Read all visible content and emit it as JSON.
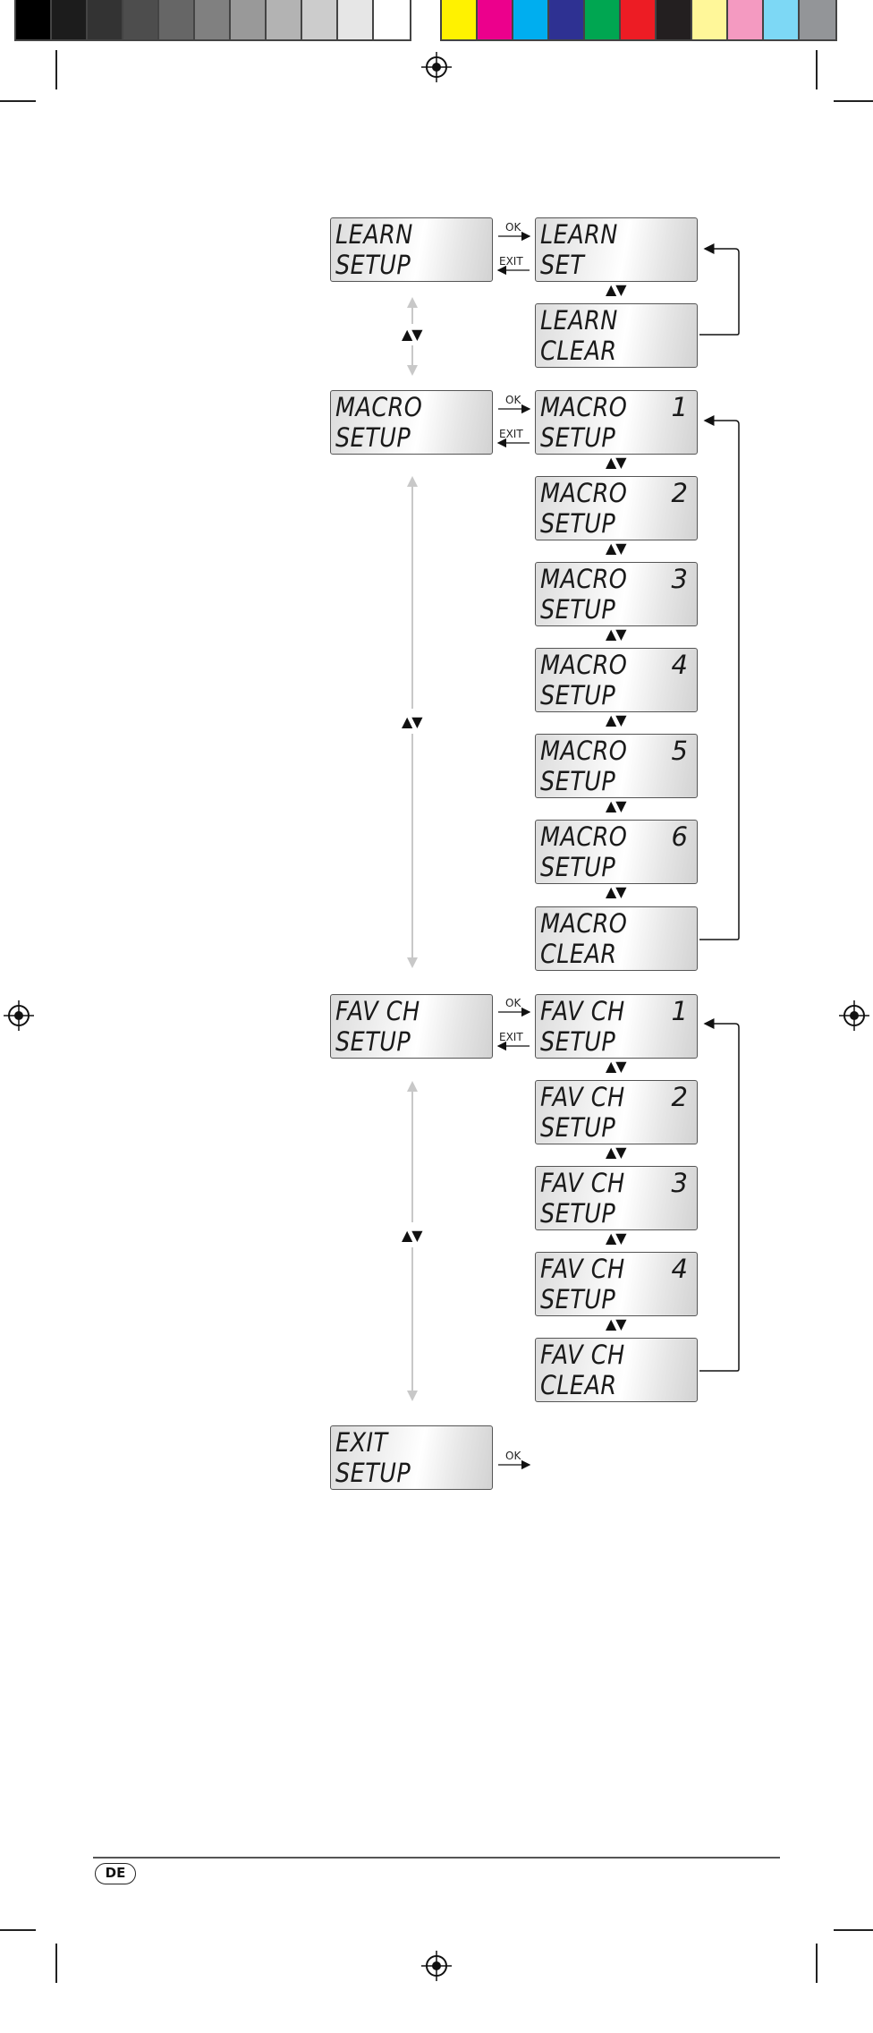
{
  "color_bar": {
    "left": [
      "#000000",
      "#1c1c1c",
      "#333333",
      "#4d4d4d",
      "#666666",
      "#808080",
      "#999999",
      "#b3b3b3",
      "#cccccc",
      "#e6e6e6",
      "#ffffff"
    ],
    "right": [
      "#fff200",
      "#ec008c",
      "#00aeef",
      "#2e3192",
      "#00a651",
      "#ed1c24",
      "#231f20",
      "#fff799",
      "#f49ac1",
      "#7dd8f5",
      "#939598"
    ]
  },
  "menus": {
    "learn_setup": {
      "line1": "LEARN",
      "line2": "SETUP"
    },
    "learn_set": {
      "line1": "LEARN",
      "line2": "SET"
    },
    "learn_clear": {
      "line1": "LEARN",
      "line2": "CLEAR"
    },
    "macro_setup": {
      "line1": "MACRO",
      "line2": "SETUP"
    },
    "macro_items": [
      {
        "line1": "MACRO",
        "num": "1",
        "line2": "SETUP"
      },
      {
        "line1": "MACRO",
        "num": "2",
        "line2": "SETUP"
      },
      {
        "line1": "MACRO",
        "num": "3",
        "line2": "SETUP"
      },
      {
        "line1": "MACRO",
        "num": "4",
        "line2": "SETUP"
      },
      {
        "line1": "MACRO",
        "num": "5",
        "line2": "SETUP"
      },
      {
        "line1": "MACRO",
        "num": "6",
        "line2": "SETUP"
      }
    ],
    "macro_clear": {
      "line1": "MACRO",
      "line2": "CLEAR"
    },
    "fav_setup": {
      "line1": "FAV CH",
      "line2": "SETUP"
    },
    "fav_items": [
      {
        "line1": "FAV CH",
        "num": "1",
        "line2": "SETUP"
      },
      {
        "line1": "FAV CH",
        "num": "2",
        "line2": "SETUP"
      },
      {
        "line1": "FAV CH",
        "num": "3",
        "line2": "SETUP"
      },
      {
        "line1": "FAV CH",
        "num": "4",
        "line2": "SETUP"
      }
    ],
    "fav_clear": {
      "line1": "FAV CH",
      "line2": "CLEAR"
    },
    "exit_setup": {
      "line1": "EXIT",
      "line2": "SETUP"
    }
  },
  "labels": {
    "ok": "OK",
    "exit": "EXIT",
    "updown": "▲▼"
  },
  "footer": {
    "language": "DE"
  }
}
